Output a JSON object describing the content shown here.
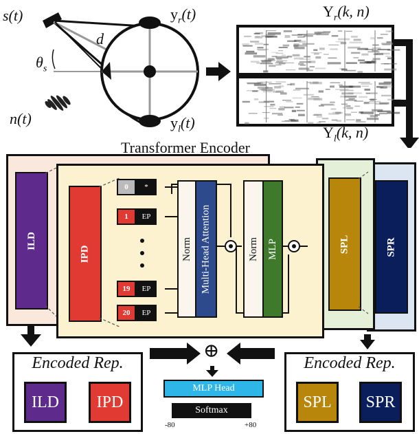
{
  "signals": {
    "source": "s(t)",
    "noise": "n(t)",
    "distance": "d",
    "angle_symbol": "θ",
    "angle_sub": "s",
    "right_mic": "y",
    "right_mic_sub": "r",
    "right_mic_arg": "(t)",
    "left_mic": "y",
    "left_mic_sub": "l",
    "left_mic_arg": "(t)",
    "spec_right": "Y",
    "spec_right_sub": "r",
    "spec_right_arg": "(k, n)",
    "spec_left": "Y",
    "spec_left_sub": "l",
    "spec_left_arg": "(k, n)"
  },
  "encoder": {
    "title": "Transformer Encoder",
    "features": [
      "ILD",
      "IPD",
      "SPL",
      "SPR"
    ],
    "tokens": [
      {
        "num": "0",
        "label": "*"
      },
      {
        "num": "1",
        "label": "EP"
      },
      {
        "num": "19",
        "label": "EP"
      },
      {
        "num": "20",
        "label": "EP"
      }
    ],
    "block1": {
      "norm": "Norm",
      "attention": "Multi-Head Attention"
    },
    "block2": {
      "norm": "Norm",
      "mlp": "MLP"
    }
  },
  "output": {
    "left_title": "Encoded Rep.",
    "right_title": "Encoded Rep.",
    "left_chips": [
      "ILD",
      "IPD"
    ],
    "right_chips": [
      "SPL",
      "SPR"
    ],
    "combine_symbol": "⊕",
    "mlp_head": "MLP Head",
    "softmax": "Softmax",
    "range_min": "-80",
    "range_max": "+80"
  },
  "colors": {
    "ild": "#5e2a8c",
    "ipd": "#e03a33",
    "spl": "#b8860b",
    "spr": "#0b1e5c",
    "mlp": "#3f7a2c",
    "attention": "#2c4a8c",
    "mlp_head": "#2fb6e8"
  }
}
